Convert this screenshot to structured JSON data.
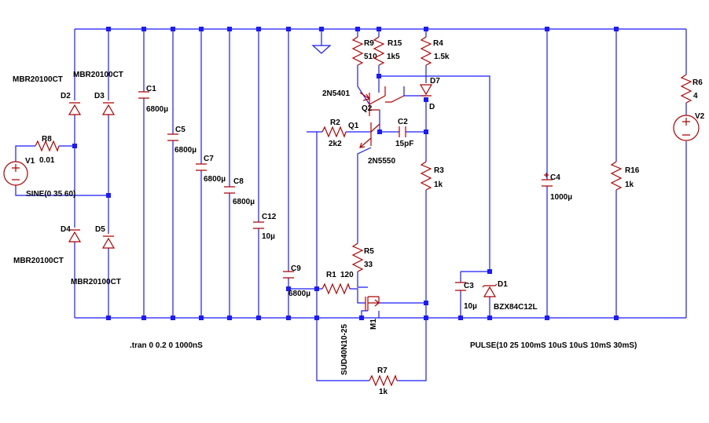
{
  "schematic": {
    "sources": {
      "V1": {
        "name": "V1",
        "value": "SINE(0 35 60)"
      },
      "V2": {
        "name": "V2"
      }
    },
    "resistors": {
      "R1": {
        "name": "R1",
        "value": "120"
      },
      "R2": {
        "name": "R2",
        "value": "2k2"
      },
      "R3": {
        "name": "R3",
        "value": "1k"
      },
      "R4": {
        "name": "R4",
        "value": "1.5k"
      },
      "R5": {
        "name": "R5",
        "value": "33"
      },
      "R6": {
        "name": "R6",
        "value": "4"
      },
      "R7": {
        "name": "R7",
        "value": "1k"
      },
      "R8": {
        "name": "R8",
        "value": "0.01"
      },
      "R9": {
        "name": "R9",
        "value": "510"
      },
      "R15": {
        "name": "R15",
        "value": "1k5"
      },
      "R16": {
        "name": "R16",
        "value": "1k"
      }
    },
    "capacitors": {
      "C1": {
        "name": "C1",
        "value": "6800µ"
      },
      "C2": {
        "name": "C2",
        "value": "15pF"
      },
      "C3": {
        "name": "C3",
        "value": "10µ"
      },
      "C4": {
        "name": "C4",
        "value": "1000µ"
      },
      "C5": {
        "name": "C5",
        "value": "6800µ"
      },
      "C7": {
        "name": "C7",
        "value": "6800µ"
      },
      "C8": {
        "name": "C8",
        "value": "6800µ"
      },
      "C9": {
        "name": "C9",
        "value": "6800µ"
      },
      "C12": {
        "name": "C12",
        "value": "10µ"
      }
    },
    "diodes": {
      "D1": {
        "name": "D1",
        "part": "BZX84C12L"
      },
      "D2": {
        "name": "D2",
        "part": "MBR20100CT"
      },
      "D3": {
        "name": "D3",
        "part": "MBR20100CT"
      },
      "D4": {
        "name": "D4",
        "part": "MBR20100CT"
      },
      "D5": {
        "name": "D5",
        "part": "MBR20100CT"
      },
      "D7": {
        "name": "D7"
      }
    },
    "transistors": {
      "Q1": {
        "name": "Q1",
        "part": "2N5550"
      },
      "Q2": {
        "name": "Q2",
        "part": "2N5401"
      },
      "M1": {
        "name": "M1",
        "part": "SUD40N10-25"
      }
    },
    "net_labels": {
      "D": "D"
    },
    "directives": {
      "tran": ".tran 0 0.2 0 1000nS",
      "pulse": "PULSE(10 25 100mS 10uS 10uS 10mS 30mS)"
    }
  }
}
